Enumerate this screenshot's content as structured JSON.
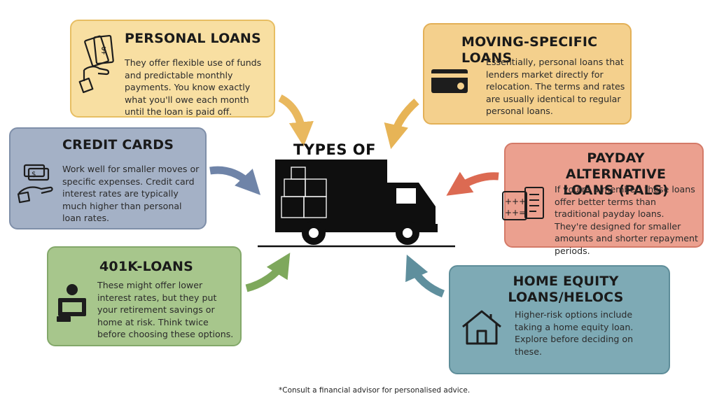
{
  "title": "TYPES OF LOANS",
  "footnote": "*Consult a financial advisor for personalised advice.",
  "cards": {
    "personal": {
      "title": "PERSONAL LOANS",
      "text": "They offer flexible use of funds and predictable monthly payments. You know exactly what you'll owe each month until the loan is paid off.",
      "icon": "money-hand-icon"
    },
    "moving": {
      "title": "MOVING-SPECIFIC LOANS",
      "text": "Essentially, personal loans that lenders market directly for relocation. The terms and rates are usually identical to regular personal loans.",
      "icon": "credit-card-icon"
    },
    "credit": {
      "title": "CREDIT CARDS",
      "text": "Work well for smaller moves or specific expenses. Credit card interest rates are typically much higher than personal loan rates.",
      "icon": "cash-hand-icon"
    },
    "payday": {
      "title": "PAYDAY ALTERNATIVE LOANS (PALS)",
      "text": "If you're a member, these loans offer better terms than traditional payday loans. They're designed for smaller amounts and shorter repayment periods.",
      "icon": "calculator-document-icon"
    },
    "k401": {
      "title": "401K-LOANS",
      "text": "These might offer lower interest rates, but they put your retirement savings or home at risk. Think twice before choosing these options.",
      "icon": "savings-icon"
    },
    "home": {
      "title": "HOME EQUITY LOANS/HELOCS",
      "text": "Higher-risk options include taking a home equity loan. Explore before deciding on these.",
      "icon": "house-icon"
    }
  },
  "colors": {
    "personal": "#f8dfa2",
    "moving": "#f4d08d",
    "credit": "#a4b1c6",
    "payday": "#eba08f",
    "k401": "#a7c68c",
    "home": "#7eaab5",
    "arrow_personal": "#e9b85e",
    "arrow_moving": "#e7b456",
    "arrow_credit": "#6f84a8",
    "arrow_payday": "#dc6a52",
    "arrow_401k": "#7ea85c",
    "arrow_home": "#5f8f9d",
    "truck": "#0f0f0f"
  }
}
